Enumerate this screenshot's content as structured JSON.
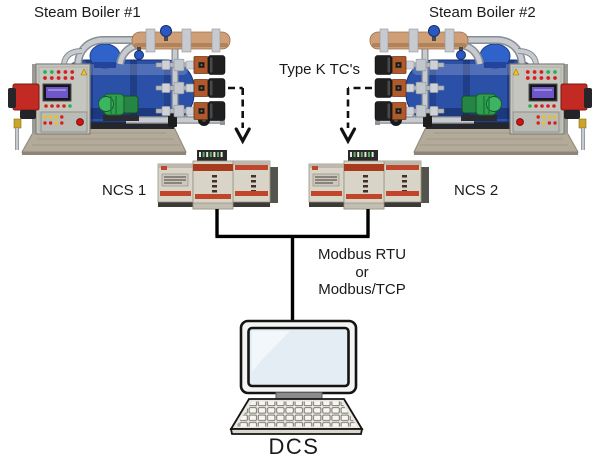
{
  "labels": {
    "boiler1": "Steam Boiler #1",
    "boiler2": "Steam Boiler #2",
    "type_k_tcs": "Type K TC's",
    "ncs1": "NCS 1",
    "ncs2": "NCS 2",
    "bus_line1": "Modbus RTU",
    "bus_line2": "or",
    "bus_line3": "Modbus/TCP",
    "dcs": "DCS"
  },
  "colors": {
    "boiler_blue": "#2b50a8",
    "boiler_dome_blue": "#2f63c9",
    "tc_head_orange": "#b05a2c",
    "tc_cap_black": "#1f1f1f",
    "ncs_body": "#d8d4c8",
    "ncs_stripe_red": "#c0452a",
    "pump_green": "#2f9e4f",
    "burner_red": "#c32a24",
    "connection_line": "#000000",
    "monitor_screen": "#e3edf3"
  }
}
